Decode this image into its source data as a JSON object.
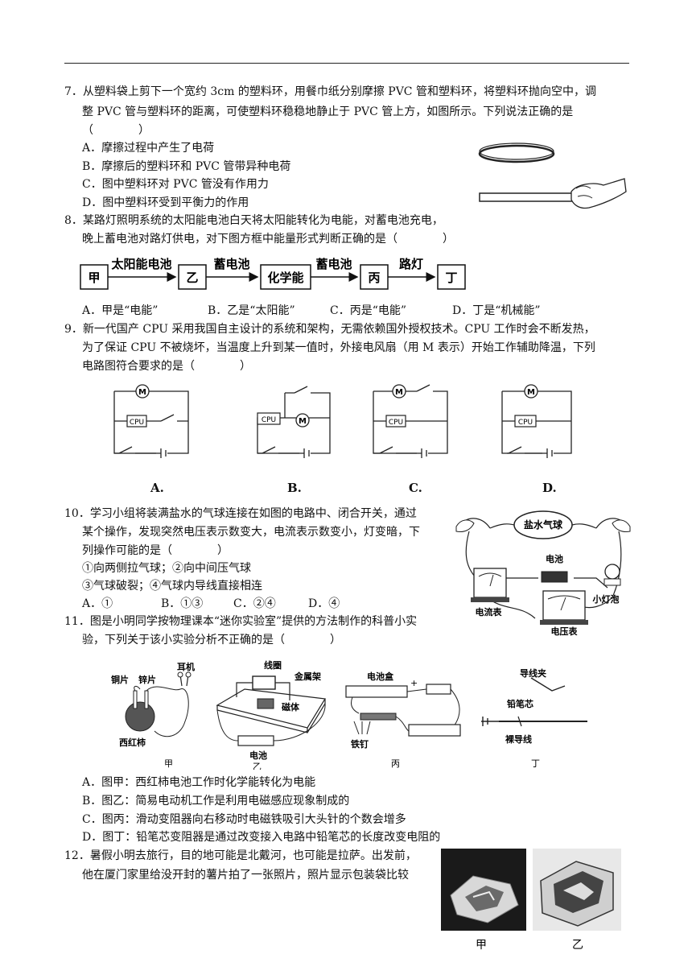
{
  "q7": {
    "line1": "7．从塑料袋上剪下一个宽约 3cm 的塑料环，用餐巾纸分别摩擦 PVC 管和塑料环，将塑料环抛向空中，调",
    "line2": "整 PVC 管与塑料环的距离，可使塑料环稳稳地静止于 PVC 管上方，如图所示。下列说法正确的是",
    "line3": "（　　　　）",
    "options": [
      "A．摩擦过程中产生了电荷",
      "B．摩擦后的塑料环和 PVC 管带异种电荷",
      "C．图中塑料环对 PVC 管没有作用力",
      "D．图中塑料环受到平衡力的作用"
    ]
  },
  "q8": {
    "line1": "8．某路灯照明系统的太阳能电池白天将太阳能转化为电能，对蓄电池充电，",
    "line2": "晚上蓄电池对路灯供电，对下图方框中能量形式判断正确的是（　　　　）",
    "flow": {
      "box_jia": "甲",
      "arrow1": "太阳能电池",
      "box_yi": "乙",
      "arrow2": "蓄电池",
      "box_hua": "化学能",
      "arrow3": "蓄电池",
      "box_bing": "丙",
      "arrow4": "路灯",
      "box_ding": "丁"
    },
    "options": [
      "A．甲是“电能”",
      "B．乙是“太阳能”",
      "C．丙是“电能”",
      "D．丁是“机械能”"
    ]
  },
  "q9": {
    "line1": "9．新一代国产 CPU 采用我国自主设计的系统和架构，无需依赖国外授权技术。CPU 工作时会不断发热，",
    "line2": "为了保证 CPU 不被烧坏，当温度上升到某一值时，外接电风扇（用 M 表示）开始工作辅助降温，下列",
    "line3": "电路图符合要求的是（　　　　）",
    "motor_symbol": "M",
    "cpu_label": "CPU",
    "circuit_labels": [
      "A.",
      "B.",
      "C.",
      "D."
    ]
  },
  "q10": {
    "line1": "10．学习小组将装满盐水的气球连接在如图的电路中、闭合开关，通过",
    "line2": "某个操作，发现突然电压表示数变大，电流表示数变小，灯变暗，下",
    "line3": "列操作可能的是（　　　　）",
    "line4": "①向两侧拉气球；②向中间压气球",
    "line5": "③气球破裂；④气球内导线直接相连",
    "options": [
      "A．①",
      "B．①③",
      "C．②④",
      "D．④"
    ],
    "figure": {
      "balloon": "盐水气球",
      "battery": "电池",
      "ammeter": "电流表",
      "bulb": "小灯泡",
      "voltmeter": "电压表"
    }
  },
  "q11": {
    "line1": "11．图是小明同学按物理课本“迷你实验室”提供的方法制作的科普小实",
    "line2": "验，下列关于该小实验分析不正确的是（　　　　）",
    "figures": {
      "jia": {
        "caption": "甲",
        "labels": [
          "铜片",
          "锌片",
          "耳机",
          "西红柿"
        ]
      },
      "yi": {
        "caption": "乙",
        "labels": [
          "线圈",
          "金属架",
          "磁体",
          "电池"
        ]
      },
      "bing": {
        "caption": "丙",
        "labels": [
          "电池盒",
          "+",
          "铁钉"
        ]
      },
      "ding": {
        "caption": "丁",
        "labels": [
          "导线夹",
          "铅笔芯",
          "裸导线"
        ]
      }
    },
    "options": [
      "A．图甲：西红柿电池工作时化学能转化为电能",
      "B．图乙：简易电动机工作是利用电磁感应现象制成的",
      "C．图丙：滑动变阻器向右移动时电磁铁吸引大头针的个数会增多",
      "D．图丁：铅笔芯变阻器是通过改变接入电路中铅笔芯的长度改变电阻的"
    ]
  },
  "q12": {
    "line1": "12．暑假小明去旅行，目的地可能是北戴河，也可能是拉萨。出发前，",
    "line2": "他在厦门家里给没开封的薯片拍了一张照片，照片显示包装袋比较",
    "photo_captions": [
      "甲",
      "乙"
    ]
  }
}
